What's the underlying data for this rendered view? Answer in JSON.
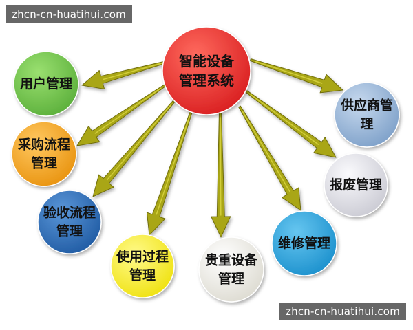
{
  "watermarks": [
    "zhcn-cn-huatihui.com",
    "zhcn-cn-huatihui.com"
  ],
  "colors": {
    "arrow": "#a9a617",
    "arrow_edge": "#6f6d0a",
    "arrow_highlight": "#e4e04a"
  },
  "center": {
    "lines": [
      "智能设备",
      "管理系统"
    ],
    "color": "#e8262a"
  },
  "nodes": [
    {
      "id": "user-management",
      "lines": [
        "用户管理"
      ],
      "color": "#6cc04a"
    },
    {
      "id": "procurement-process",
      "lines": [
        "采购流程",
        "管理"
      ],
      "color": "#f2a41e"
    },
    {
      "id": "acceptance-process",
      "lines": [
        "验收流程",
        "管理"
      ],
      "color": "#2e6eb6"
    },
    {
      "id": "usage-process",
      "lines": [
        "使用过程",
        "管理"
      ],
      "color": "#f7ef24"
    },
    {
      "id": "valuable-equipment",
      "lines": [
        "贵重设备",
        "管理"
      ],
      "color": "#f1efe8"
    },
    {
      "id": "maintenance",
      "lines": [
        "维修管理"
      ],
      "color": "#2da5de"
    },
    {
      "id": "scrap",
      "lines": [
        "报废管理"
      ],
      "color": "#e1e1e6"
    },
    {
      "id": "supplier",
      "lines": [
        "供应商管",
        "理"
      ],
      "color": "#9ab7d8"
    }
  ]
}
